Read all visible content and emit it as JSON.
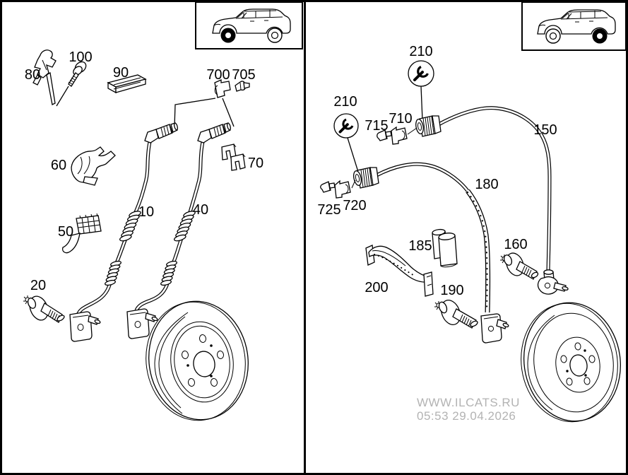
{
  "page": {
    "background_color": "#ffffff",
    "line_color": "#000000",
    "frame": "double-panel parts diagram with outer border and center divider"
  },
  "left_panel": {
    "vehicle_thumbnail_icon": "suv-side-view-front-wheel-highlighted-icon",
    "part_labels": {
      "p80": "80",
      "p100": "100",
      "p90": "90",
      "p700": "700",
      "p705": "705",
      "p60": "60",
      "p70": "70",
      "p10": "10",
      "p40": "40",
      "p50": "50",
      "p20": "20"
    }
  },
  "right_panel": {
    "vehicle_thumbnail_icon": "suv-side-view-rear-wheel-highlighted-icon",
    "wrench_symbol_icon": "open-end-wrench-icon",
    "part_labels": {
      "p210_upper": "210",
      "p210_lower": "210",
      "p715": "715",
      "p710": "710",
      "p150": "150",
      "p725": "725",
      "p720": "720",
      "p180": "180",
      "p185": "185",
      "p200": "200",
      "p190": "190",
      "p160": "160"
    }
  },
  "watermark": {
    "site": "WWW.ILCATS.RU",
    "timestamp": "05:53 29.04.2026",
    "color": "#b3b3b3"
  }
}
